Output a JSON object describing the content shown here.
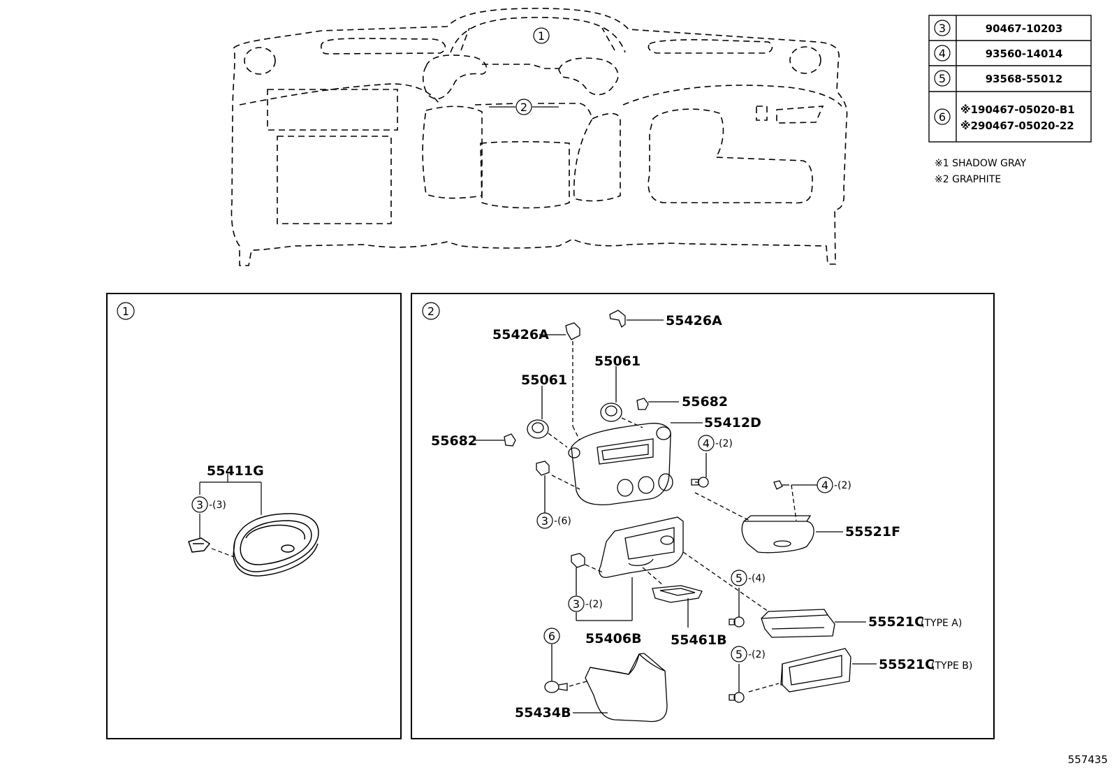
{
  "callouts": {
    "c1": "1",
    "c2": "2",
    "c3": "3",
    "c4": "4",
    "c5": "5",
    "c6": "6"
  },
  "table": {
    "rows": [
      {
        "num": "3",
        "parts": [
          "90467-10203"
        ]
      },
      {
        "num": "4",
        "parts": [
          "93560-14014"
        ]
      },
      {
        "num": "5",
        "parts": [
          "93568-55012"
        ]
      },
      {
        "num": "6",
        "parts": [
          "※190467-05020-B1",
          "※290467-05020-22"
        ]
      }
    ]
  },
  "notes": [
    "※1 SHADOW GRAY",
    "※2 GRAPHITE"
  ],
  "panel1": {
    "part_55411G": "55411G",
    "qty_3": "-(3)"
  },
  "panel2": {
    "part_55426A_left": "55426A",
    "part_55426A_right": "55426A",
    "part_55061_left": "55061",
    "part_55061_right": "55061",
    "part_55682_left": "55682",
    "part_55682_right": "55682",
    "part_55412D": "55412D",
    "qty_4a": "-(2)",
    "qty_4b": "-(2)",
    "qty_3_6": "-(6)",
    "part_55521F": "55521F",
    "qty_5a": "-(4)",
    "qty_3_2": "-(2)",
    "part_55521C_A": "55521C",
    "type_A": "(TYPE A)",
    "part_55406B": "55406B",
    "part_55461B": "55461B",
    "qty_5b": "-(2)",
    "part_55521C_B": "55521C",
    "type_B": "(TYPE B)",
    "part_55434B": "55434B"
  },
  "doc_id": "557435"
}
